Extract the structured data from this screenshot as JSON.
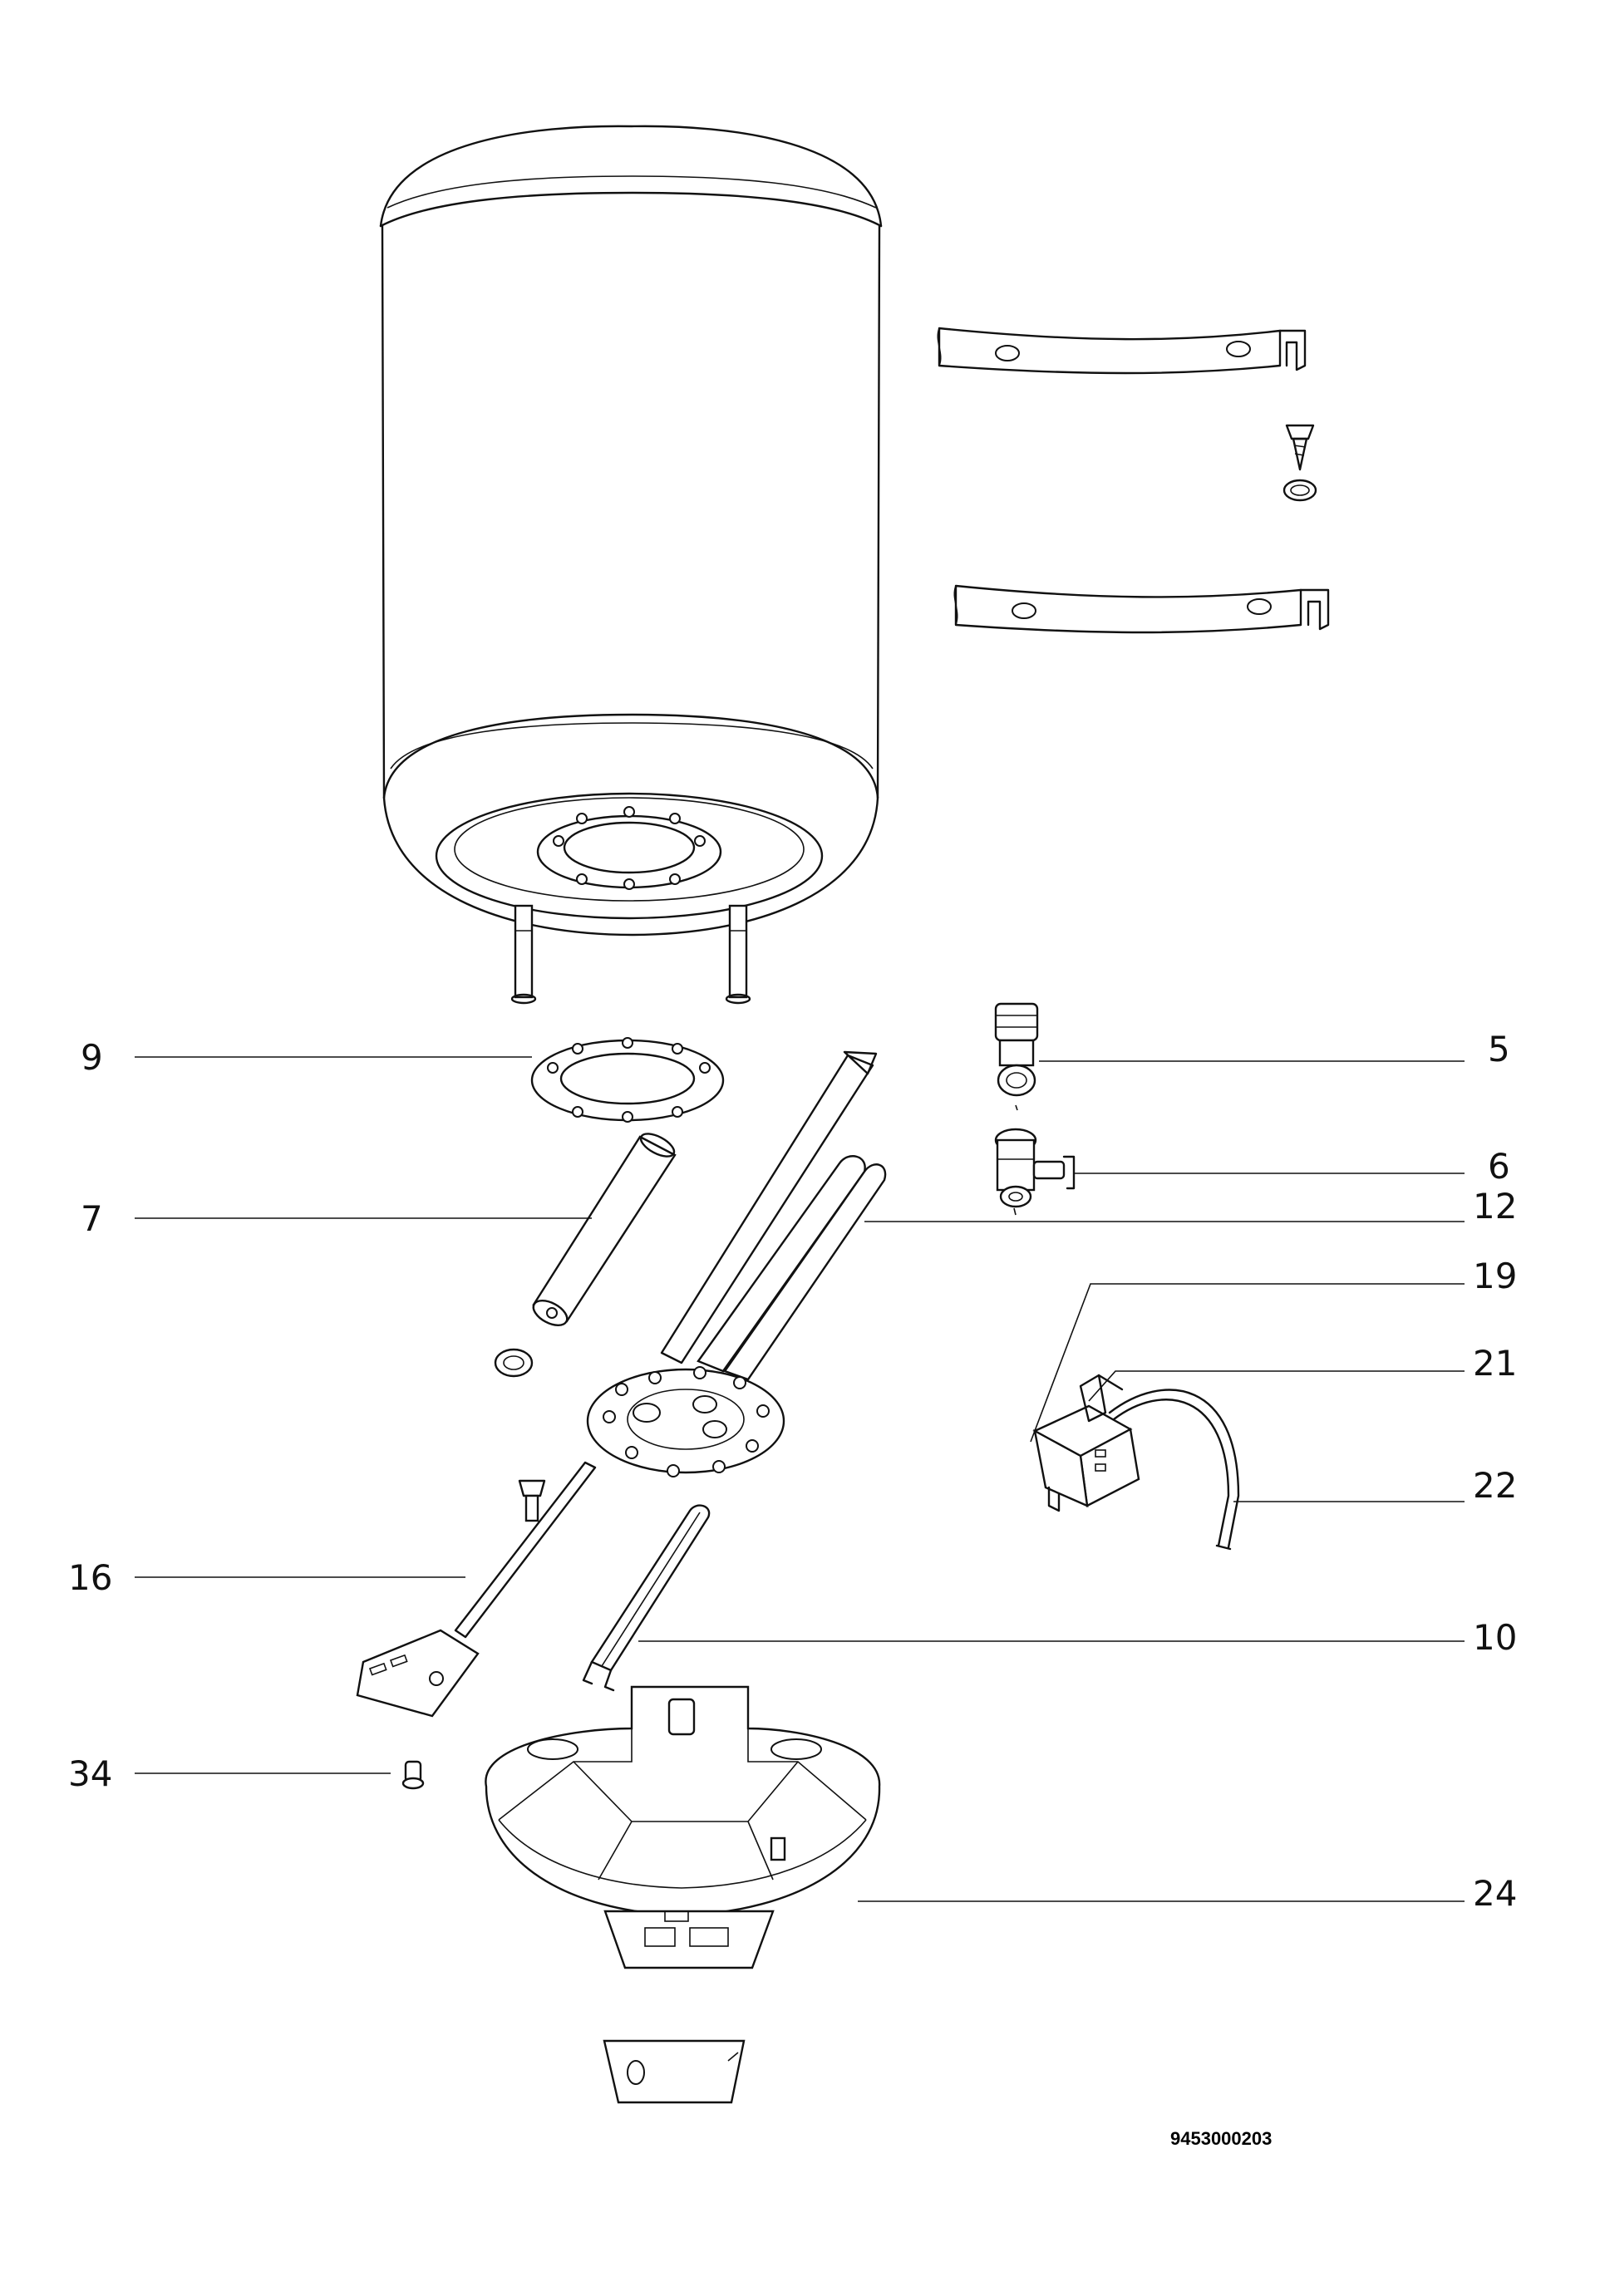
{
  "callouts": [
    {
      "id": "9",
      "label": "9"
    },
    {
      "id": "7",
      "label": "7"
    },
    {
      "id": "16",
      "label": "16"
    },
    {
      "id": "34",
      "label": "34"
    },
    {
      "id": "5",
      "label": "5"
    },
    {
      "id": "6",
      "label": "6"
    },
    {
      "id": "12",
      "label": "12"
    },
    {
      "id": "19",
      "label": "19"
    },
    {
      "id": "21",
      "label": "21"
    },
    {
      "id": "22",
      "label": "22"
    },
    {
      "id": "10",
      "label": "10"
    },
    {
      "id": "24",
      "label": "24"
    }
  ],
  "drawing_number": "9453000203",
  "colors": {
    "ink": "#111111",
    "paper": "#ffffff"
  }
}
